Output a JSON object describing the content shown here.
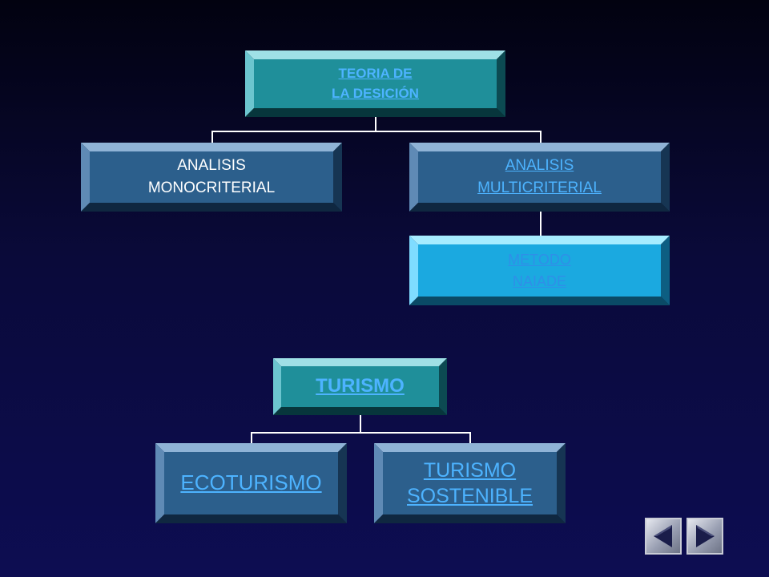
{
  "diagram1": {
    "root": {
      "label": "TEORIA DE \nLA DESICIÓN"
    },
    "children": [
      {
        "label": "ANALISIS\nMONOCRITERIAL"
      },
      {
        "label": "ANALISIS \nMULTICRITERIAL"
      }
    ],
    "grandchild": {
      "label": "METODO \nNAIADE"
    }
  },
  "diagram2": {
    "root": {
      "label": "TURISMO"
    },
    "children": [
      {
        "label": "ECOTURISMO"
      },
      {
        "label": "TURISMO\n SOSTENIBLE"
      }
    ]
  },
  "colors": {
    "link": "#4db3ff",
    "box_teal": "#1f8f9a",
    "box_blue": "#2c5f8c",
    "box_cyan": "#1ba9e0"
  },
  "nav": {
    "prev_icon": "triangle-left-icon",
    "next_icon": "triangle-right-icon"
  }
}
